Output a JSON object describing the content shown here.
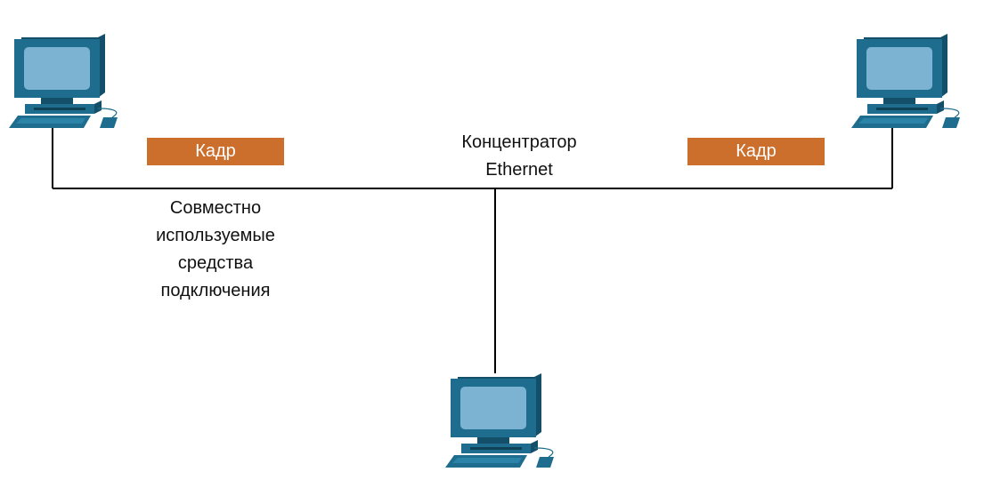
{
  "diagram": {
    "frame_left": "Кадр",
    "frame_right": "Кадр",
    "hub_label": [
      "Концентратор",
      "Ethernet"
    ],
    "medium_label": [
      "Совместно",
      "используемые",
      "средства",
      "подключения"
    ]
  },
  "icons": {
    "pc_left": "computer-icon",
    "pc_right": "computer-icon",
    "pc_bottom": "computer-icon"
  },
  "colors": {
    "frame_fill": "#cc6e2c",
    "computer_body": "#1f6d8e",
    "computer_screen": "#7cb2d2",
    "line": "#000000"
  }
}
